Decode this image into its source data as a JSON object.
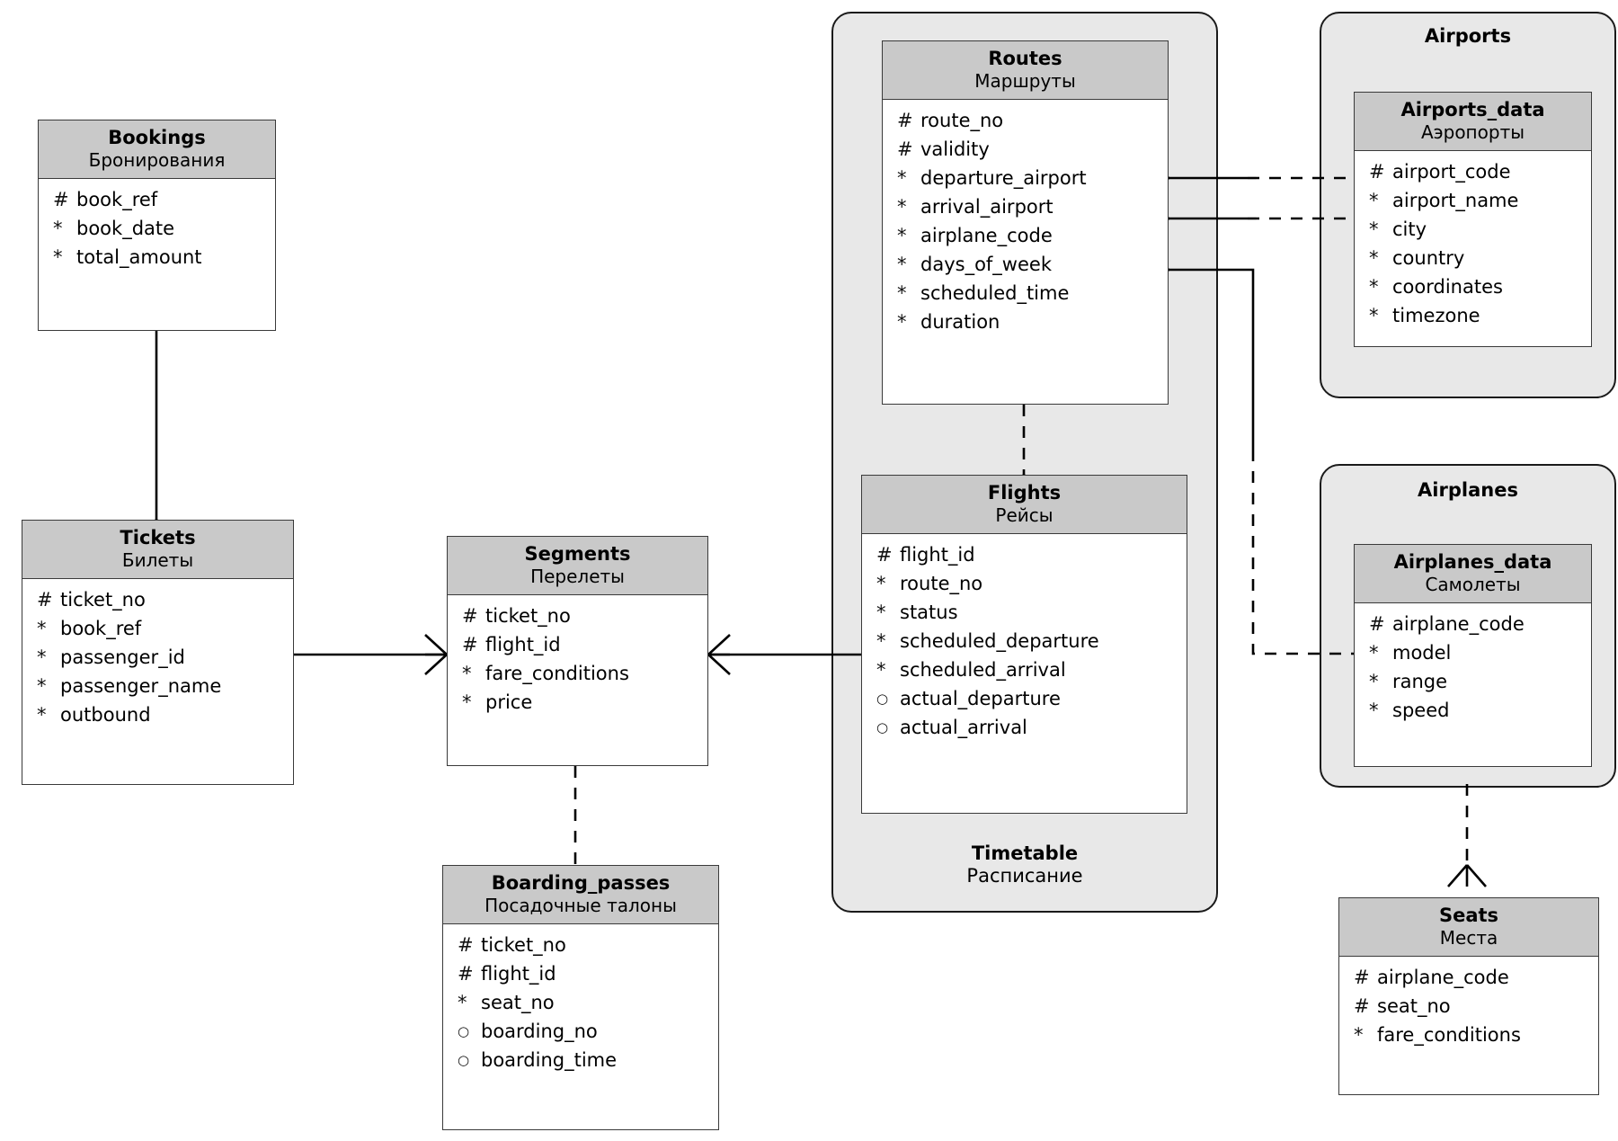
{
  "diagram": {
    "notation": {
      "pk": "#",
      "mandatory": "*",
      "optional": "○"
    },
    "groups": [
      {
        "id": "timetable",
        "label_en": "Timetable",
        "label_ru": "Расписание"
      },
      {
        "id": "airports",
        "label_en": "Airports",
        "label_ru": ""
      },
      {
        "id": "airplanes",
        "label_en": "Airplanes",
        "label_ru": ""
      }
    ],
    "entities": [
      {
        "id": "bookings",
        "name_en": "Bookings",
        "name_ru": "Бронирования",
        "attributes": [
          {
            "marker": "#",
            "name": "book_ref"
          },
          {
            "marker": "*",
            "name": "book_date"
          },
          {
            "marker": "*",
            "name": "total_amount"
          }
        ]
      },
      {
        "id": "tickets",
        "name_en": "Tickets",
        "name_ru": "Билеты",
        "attributes": [
          {
            "marker": "#",
            "name": "ticket_no"
          },
          {
            "marker": "*",
            "name": "book_ref"
          },
          {
            "marker": "*",
            "name": "passenger_id"
          },
          {
            "marker": "*",
            "name": "passenger_name"
          },
          {
            "marker": "*",
            "name": "outbound"
          }
        ]
      },
      {
        "id": "segments",
        "name_en": "Segments",
        "name_ru": "Перелеты",
        "attributes": [
          {
            "marker": "#",
            "name": "ticket_no"
          },
          {
            "marker": "#",
            "name": "flight_id"
          },
          {
            "marker": "*",
            "name": "fare_conditions"
          },
          {
            "marker": "*",
            "name": "price"
          }
        ]
      },
      {
        "id": "boarding_passes",
        "name_en": "Boarding_passes",
        "name_ru": "Посадочные талоны",
        "attributes": [
          {
            "marker": "#",
            "name": "ticket_no"
          },
          {
            "marker": "#",
            "name": "flight_id"
          },
          {
            "marker": "*",
            "name": "seat_no"
          },
          {
            "marker": "○",
            "name": "boarding_no"
          },
          {
            "marker": "○",
            "name": "boarding_time"
          }
        ]
      },
      {
        "id": "routes",
        "name_en": "Routes",
        "name_ru": "Маршруты",
        "attributes": [
          {
            "marker": "#",
            "name": "route_no"
          },
          {
            "marker": "#",
            "name": "validity"
          },
          {
            "marker": "*",
            "name": "departure_airport"
          },
          {
            "marker": "*",
            "name": "arrival_airport"
          },
          {
            "marker": "*",
            "name": "airplane_code"
          },
          {
            "marker": "*",
            "name": "days_of_week"
          },
          {
            "marker": "*",
            "name": "scheduled_time"
          },
          {
            "marker": "*",
            "name": "duration"
          }
        ]
      },
      {
        "id": "flights",
        "name_en": "Flights",
        "name_ru": "Рейсы",
        "attributes": [
          {
            "marker": "#",
            "name": "flight_id"
          },
          {
            "marker": "*",
            "name": "route_no"
          },
          {
            "marker": "*",
            "name": "status"
          },
          {
            "marker": "*",
            "name": "scheduled_departure"
          },
          {
            "marker": "*",
            "name": "scheduled_arrival"
          },
          {
            "marker": "○",
            "name": "actual_departure"
          },
          {
            "marker": "○",
            "name": "actual_arrival"
          }
        ]
      },
      {
        "id": "airports_data",
        "name_en": "Airports_data",
        "name_ru": "Аэропорты",
        "attributes": [
          {
            "marker": "#",
            "name": "airport_code"
          },
          {
            "marker": "*",
            "name": "airport_name"
          },
          {
            "marker": "*",
            "name": "city"
          },
          {
            "marker": "*",
            "name": "country"
          },
          {
            "marker": "*",
            "name": "coordinates"
          },
          {
            "marker": "*",
            "name": "timezone"
          }
        ]
      },
      {
        "id": "airplanes_data",
        "name_en": "Airplanes_data",
        "name_ru": "Самолеты",
        "attributes": [
          {
            "marker": "#",
            "name": "airplane_code"
          },
          {
            "marker": "*",
            "name": "model"
          },
          {
            "marker": "*",
            "name": "range"
          },
          {
            "marker": "*",
            "name": "speed"
          }
        ]
      },
      {
        "id": "seats",
        "name_en": "Seats",
        "name_ru": "Места",
        "attributes": [
          {
            "marker": "#",
            "name": "airplane_code"
          },
          {
            "marker": "#",
            "name": "seat_no"
          },
          {
            "marker": "*",
            "name": "fare_conditions"
          }
        ]
      }
    ],
    "relationships": [
      {
        "id": "bookings-tickets",
        "from": "bookings",
        "to": "tickets",
        "style": "solid",
        "crowfoot_at": "tickets"
      },
      {
        "id": "tickets-segments",
        "from": "tickets",
        "to": "segments",
        "style": "solid",
        "crowfoot_at": "segments"
      },
      {
        "id": "segments-flights",
        "from": "segments",
        "to": "flights",
        "style": "solid",
        "crowfoot_at": "flights"
      },
      {
        "id": "segments-boardingpasses",
        "from": "segments",
        "to": "boarding_passes",
        "style": "dashed",
        "crowfoot_at": "none"
      },
      {
        "id": "routes-flights",
        "from": "routes",
        "to": "flights",
        "style": "dashed",
        "crowfoot_at": "flights"
      },
      {
        "id": "routes-airportcode",
        "from": "routes",
        "to": "airports_data",
        "style": "mixed",
        "crowfoot_at": "routes"
      },
      {
        "id": "routes-airportname",
        "from": "routes",
        "to": "airports_data",
        "style": "mixed",
        "crowfoot_at": "routes"
      },
      {
        "id": "routes-airplanecode",
        "from": "routes",
        "to": "airplanes_data",
        "style": "mixed",
        "crowfoot_at": "routes"
      },
      {
        "id": "airplanes-seats",
        "from": "airplanes_data",
        "to": "seats",
        "style": "dashed",
        "crowfoot_at": "seats"
      }
    ],
    "colors": {
      "group_fill": "#e8e8e8",
      "entity_fill": "#ffffff",
      "header_fill": "#c9c9c9",
      "line": "#000000",
      "border": "#3a3a3a",
      "text": "#000000"
    }
  }
}
